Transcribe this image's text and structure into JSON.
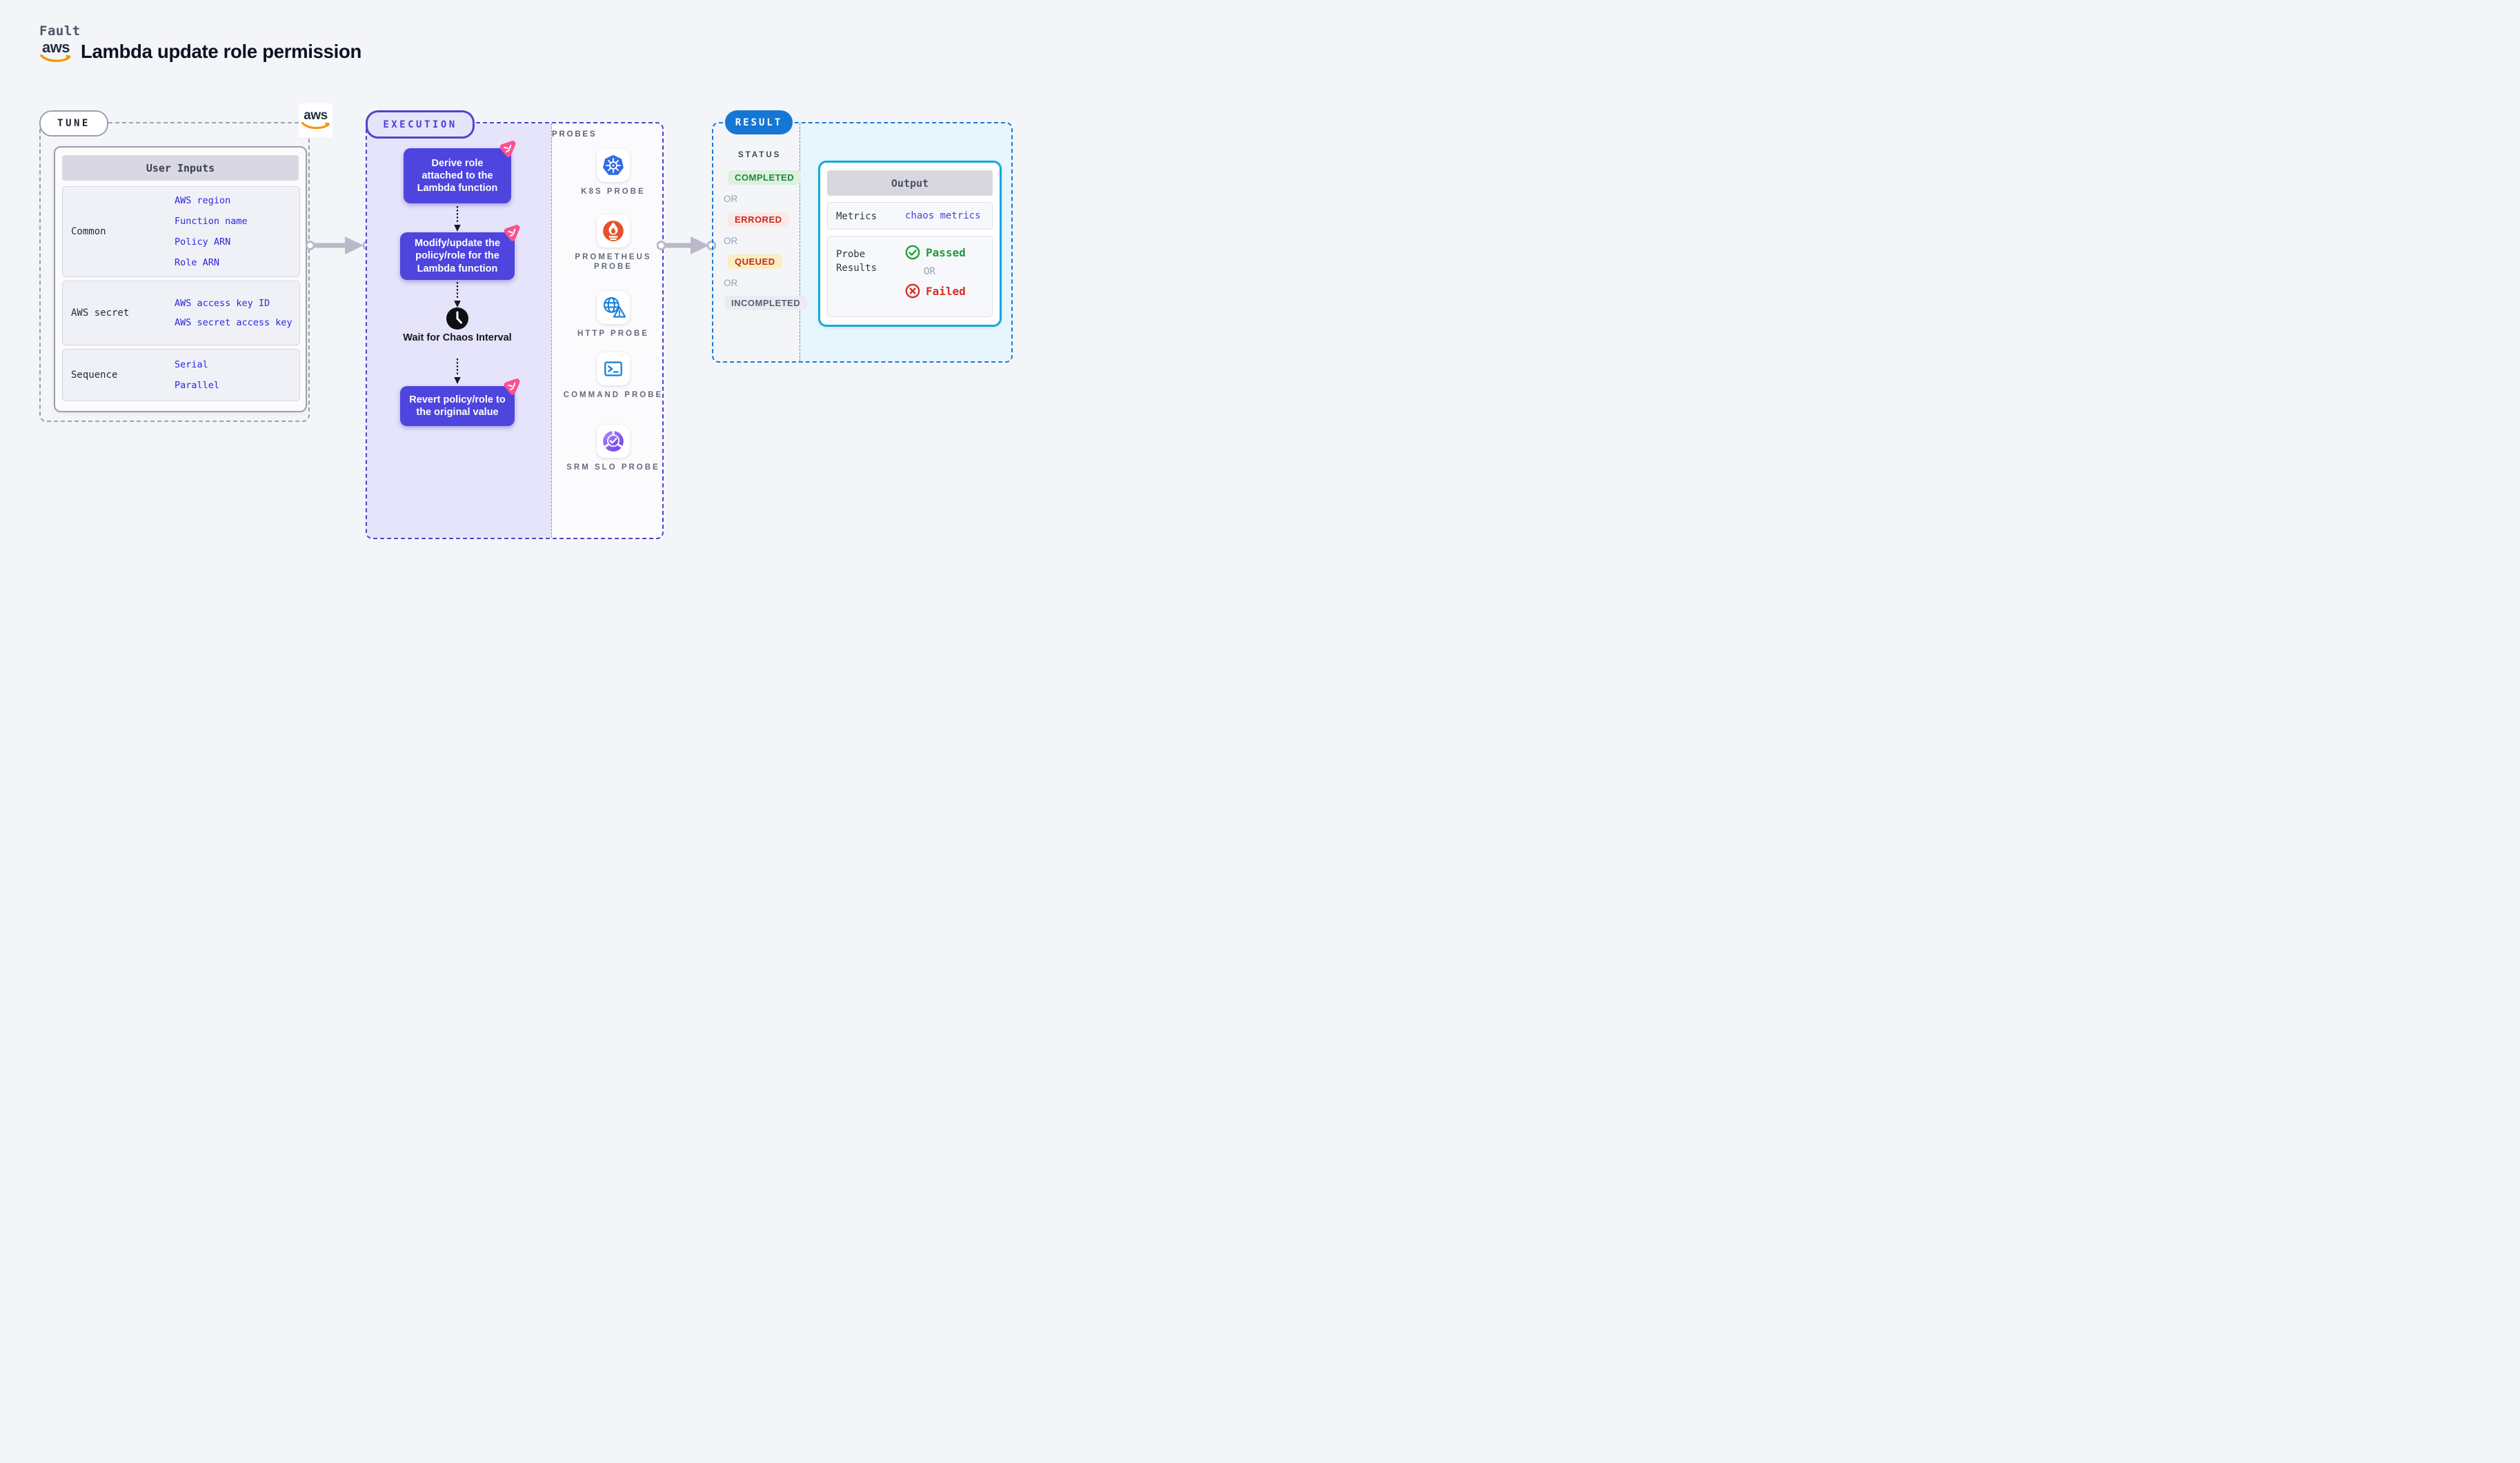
{
  "header": {
    "eyebrow": "Fault",
    "title": "Lambda update role permission",
    "aws_logo_text": "aws"
  },
  "tune": {
    "pill": "TUNE",
    "card_title": "User Inputs",
    "groups": [
      {
        "label": "Common",
        "links": [
          "AWS region",
          "Function name",
          "Policy ARN",
          "Role ARN"
        ]
      },
      {
        "label": "AWS secret",
        "links": [
          "AWS access key ID",
          "AWS secret access key"
        ]
      },
      {
        "label": "Sequence",
        "links": [
          "Serial",
          "Parallel"
        ]
      }
    ]
  },
  "execution": {
    "pill": "EXECUTION",
    "steps": [
      "Derive role attached to the Lambda function",
      "Modify/update the policy/role for the Lambda function",
      "Revert policy/role to the original value"
    ],
    "wait_label": "Wait for Chaos Interval"
  },
  "probes": {
    "heading": "PROBES",
    "items": [
      {
        "label": "K8S PROBE",
        "icon": "kubernetes-icon"
      },
      {
        "label": "PROMETHEUS PROBE",
        "icon": "prometheus-icon"
      },
      {
        "label": "HTTP PROBE",
        "icon": "http-globe-warning-icon"
      },
      {
        "label": "COMMAND PROBE",
        "icon": "terminal-icon"
      },
      {
        "label": "SRM SLO PROBE",
        "icon": "srm-slo-icon"
      }
    ]
  },
  "result": {
    "pill": "RESULT",
    "status_heading": "STATUS",
    "or_label": "OR",
    "statuses": [
      {
        "label": "COMPLETED",
        "text_color": "#1a8a3a",
        "bg_color": "#def0df"
      },
      {
        "label": "ERRORED",
        "text_color": "#cc2619",
        "bg_color": "#fbe9e8"
      },
      {
        "label": "QUEUED",
        "text_color": "#c4281c",
        "bg_color": "#faeec3"
      },
      {
        "label": "INCOMPLETED",
        "text_color": "#565f73",
        "bg_color": "#ebecf2"
      }
    ],
    "output": {
      "title": "Output",
      "metrics_label": "Metrics",
      "metrics_value": "chaos metrics",
      "probe_results_label": "Probe Results",
      "passed_label": "Passed",
      "or_label": "OR",
      "failed_label": "Failed"
    }
  },
  "colors": {
    "page_bg": "#f4f5f9",
    "accent_indigo": "#4b45ce",
    "step_indigo": "#4e44de",
    "lavender_bg": "#e6e4fb",
    "accent_blue": "#1577d5",
    "accent_cyan": "#14a9db",
    "cyan_bg": "#e7f6fd",
    "link_blue": "#2b27dd",
    "passed_green": "#21a038",
    "failed_red": "#d6301f",
    "arrow_gray": "#b9b9c9",
    "chaos_pink": "#f9528f",
    "aws_orange": "#f49800",
    "kubernetes_blue": "#326ce5",
    "prometheus_orange": "#e6522c"
  }
}
